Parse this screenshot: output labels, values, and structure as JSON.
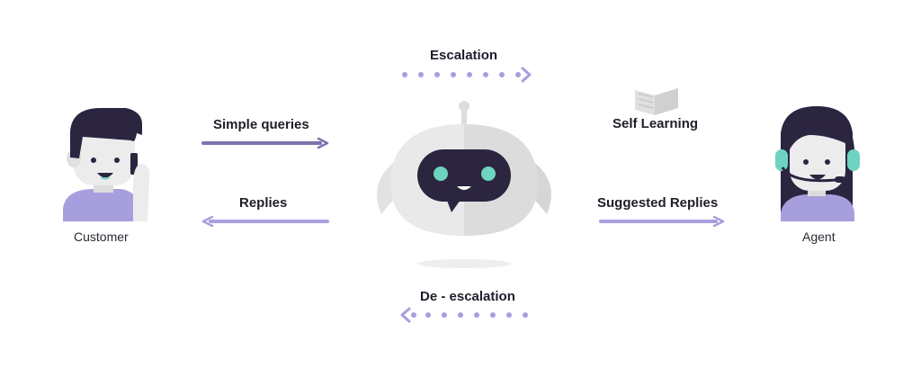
{
  "labels": {
    "escalation": "Escalation",
    "simple_queries": "Simple queries",
    "replies": "Replies",
    "self_learning": "Self Learning",
    "suggested_replies": "Suggested Replies",
    "de_escalation": "De - escalation",
    "customer": "Customer",
    "agent": "Agent"
  },
  "colors": {
    "purple_arrow": "#7b73ad",
    "light_purple": "#a79fdd",
    "navy": "#2b2540",
    "teal": "#6ed3c0",
    "face": "#ececec",
    "robot_body": "#e3e3e3"
  }
}
